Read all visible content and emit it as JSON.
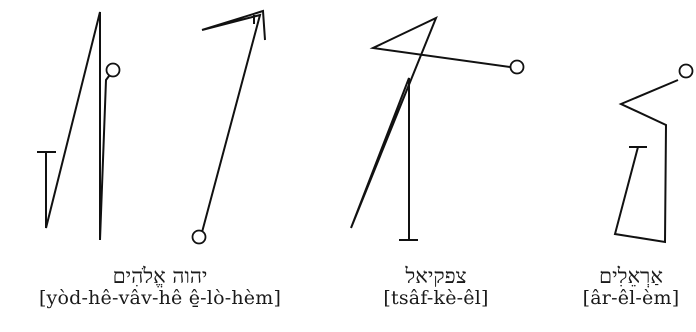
{
  "figures": [
    {
      "id": "yhvh-elohim",
      "hebrew": "יהוה אֱלֹהִים",
      "transliteration": "[yòd-hê-vâv-hê ê̱-lò-hèm]"
    },
    {
      "id": "tzaphkiel",
      "hebrew": "צפקיאל",
      "transliteration": "[tsâf-kè-êl]"
    },
    {
      "id": "aralim",
      "hebrew": "אַרְאֵלִים",
      "transliteration": "[âr-êl-èm]"
    }
  ],
  "style": {
    "stroke_color": "#111111",
    "background": "#ffffff"
  }
}
